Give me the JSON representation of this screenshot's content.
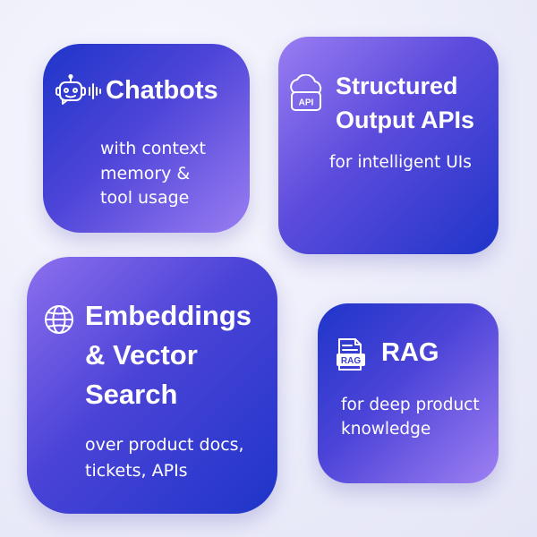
{
  "cards": [
    {
      "title": "Chatbots",
      "description_lines": [
        "with context",
        "memory &",
        "tool usage"
      ],
      "icon": "robot-voice-icon"
    },
    {
      "title_lines": [
        "Structured",
        "Output APIs"
      ],
      "description": "for intelligent UIs",
      "icon": "cloud-api-icon",
      "icon_label": "API"
    },
    {
      "title_lines": [
        "Embeddings",
        "& Vector",
        "Search"
      ],
      "description_lines": [
        "over product docs,",
        "tickets, APIs"
      ],
      "icon": "globe-icon"
    },
    {
      "title": "RAG",
      "description_lines": [
        "for deep product",
        "knowledge"
      ],
      "icon": "rag-document-icon",
      "icon_label": "RAG"
    }
  ],
  "colors": {
    "card_blue": "#1f35c9",
    "card_mid": "#4d44d8",
    "card_violet": "#9a7df2",
    "background": "#ecedfa",
    "text": "#ffffff"
  }
}
